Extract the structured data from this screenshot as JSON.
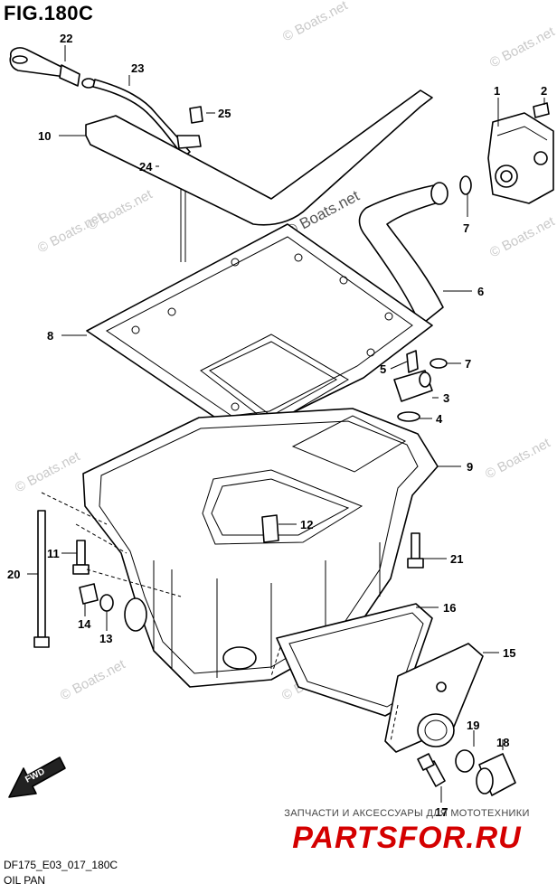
{
  "figure": {
    "title": "FIG.180C",
    "code": "DF175_E03_017_180C",
    "name": "OIL PAN"
  },
  "watermarks": {
    "boats": "© Boats.net",
    "promo_text": "ЗАПЧАСТИ И АКСЕССУАРЫ ДЛЯ МОТОТЕХНИКИ",
    "brand": "PARTSFOR.RU"
  },
  "fwd_label": "FWD",
  "callouts": [
    "22",
    "23",
    "25",
    "10",
    "24",
    "1",
    "2",
    "7",
    "6",
    "8",
    "5",
    "7",
    "3",
    "4",
    "9",
    "12",
    "11",
    "21",
    "20",
    "14",
    "13",
    "16",
    "15",
    "19",
    "18",
    "17"
  ],
  "colors": {
    "line": "#000000",
    "brand": "#d40000",
    "watermark": "#c9c9c9"
  }
}
